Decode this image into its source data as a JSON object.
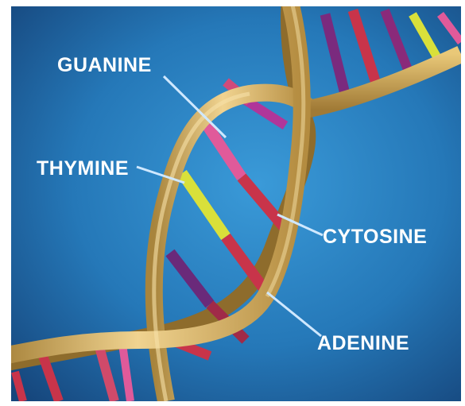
{
  "labels": {
    "guanine": "GUANINE",
    "thymine": "THYMINE",
    "cytosine": "CYTOSINE",
    "adenine": "ADENINE"
  },
  "colors": {
    "background_center": "#2f8fcf",
    "background_edge": "#1b4f86",
    "backbone": "#d8b25c",
    "backbone_shadow": "#9a7734",
    "guanine": "#e05a9a",
    "thymine": "#d9e03a",
    "cytosine": "#c8344a",
    "adenine": "#6a2a7a",
    "pointer": "#cfe8ff",
    "label_text": "#ffffff"
  }
}
